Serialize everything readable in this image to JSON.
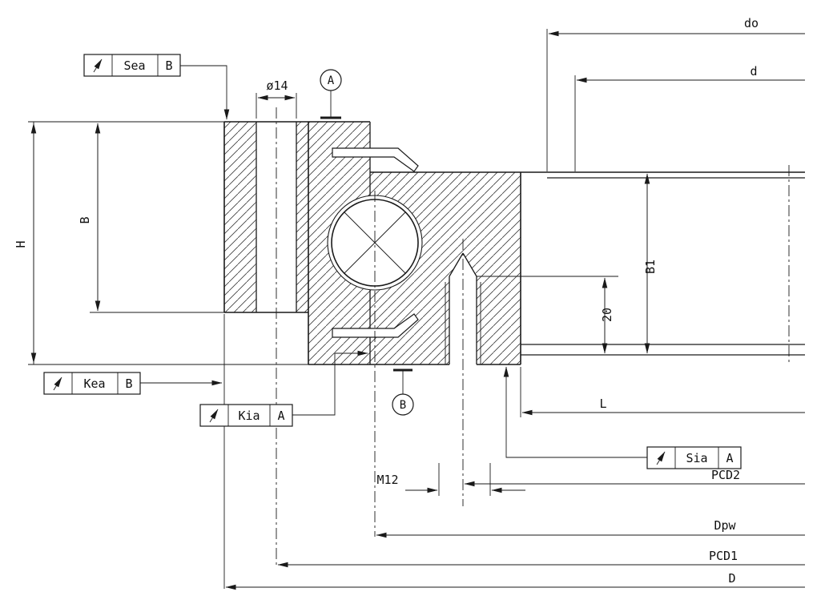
{
  "drawing": {
    "dimensions": {
      "do": "do",
      "d": "d",
      "B1": "B1",
      "depth20": "20",
      "L": "L",
      "PCD2": "PCD2",
      "Dpw": "Dpw",
      "PCD1": "PCD1",
      "D": "D",
      "M12": "M12",
      "dia14": "ø14",
      "H": "H",
      "B": "B"
    },
    "datums": {
      "A": "A",
      "B": "B"
    },
    "tolerance_frames": [
      {
        "symbol": "circular-runout-arrow",
        "label": "Sea",
        "datum": "B"
      },
      {
        "symbol": "circular-runout-arrow",
        "label": "Kea",
        "datum": "B"
      },
      {
        "symbol": "circular-runout-arrow",
        "label": "Kia",
        "datum": "A"
      },
      {
        "symbol": "circular-runout-arrow",
        "label": "Sia",
        "datum": "A"
      }
    ],
    "colors": {
      "line": "#1a1a1a",
      "background": "#ffffff"
    }
  }
}
